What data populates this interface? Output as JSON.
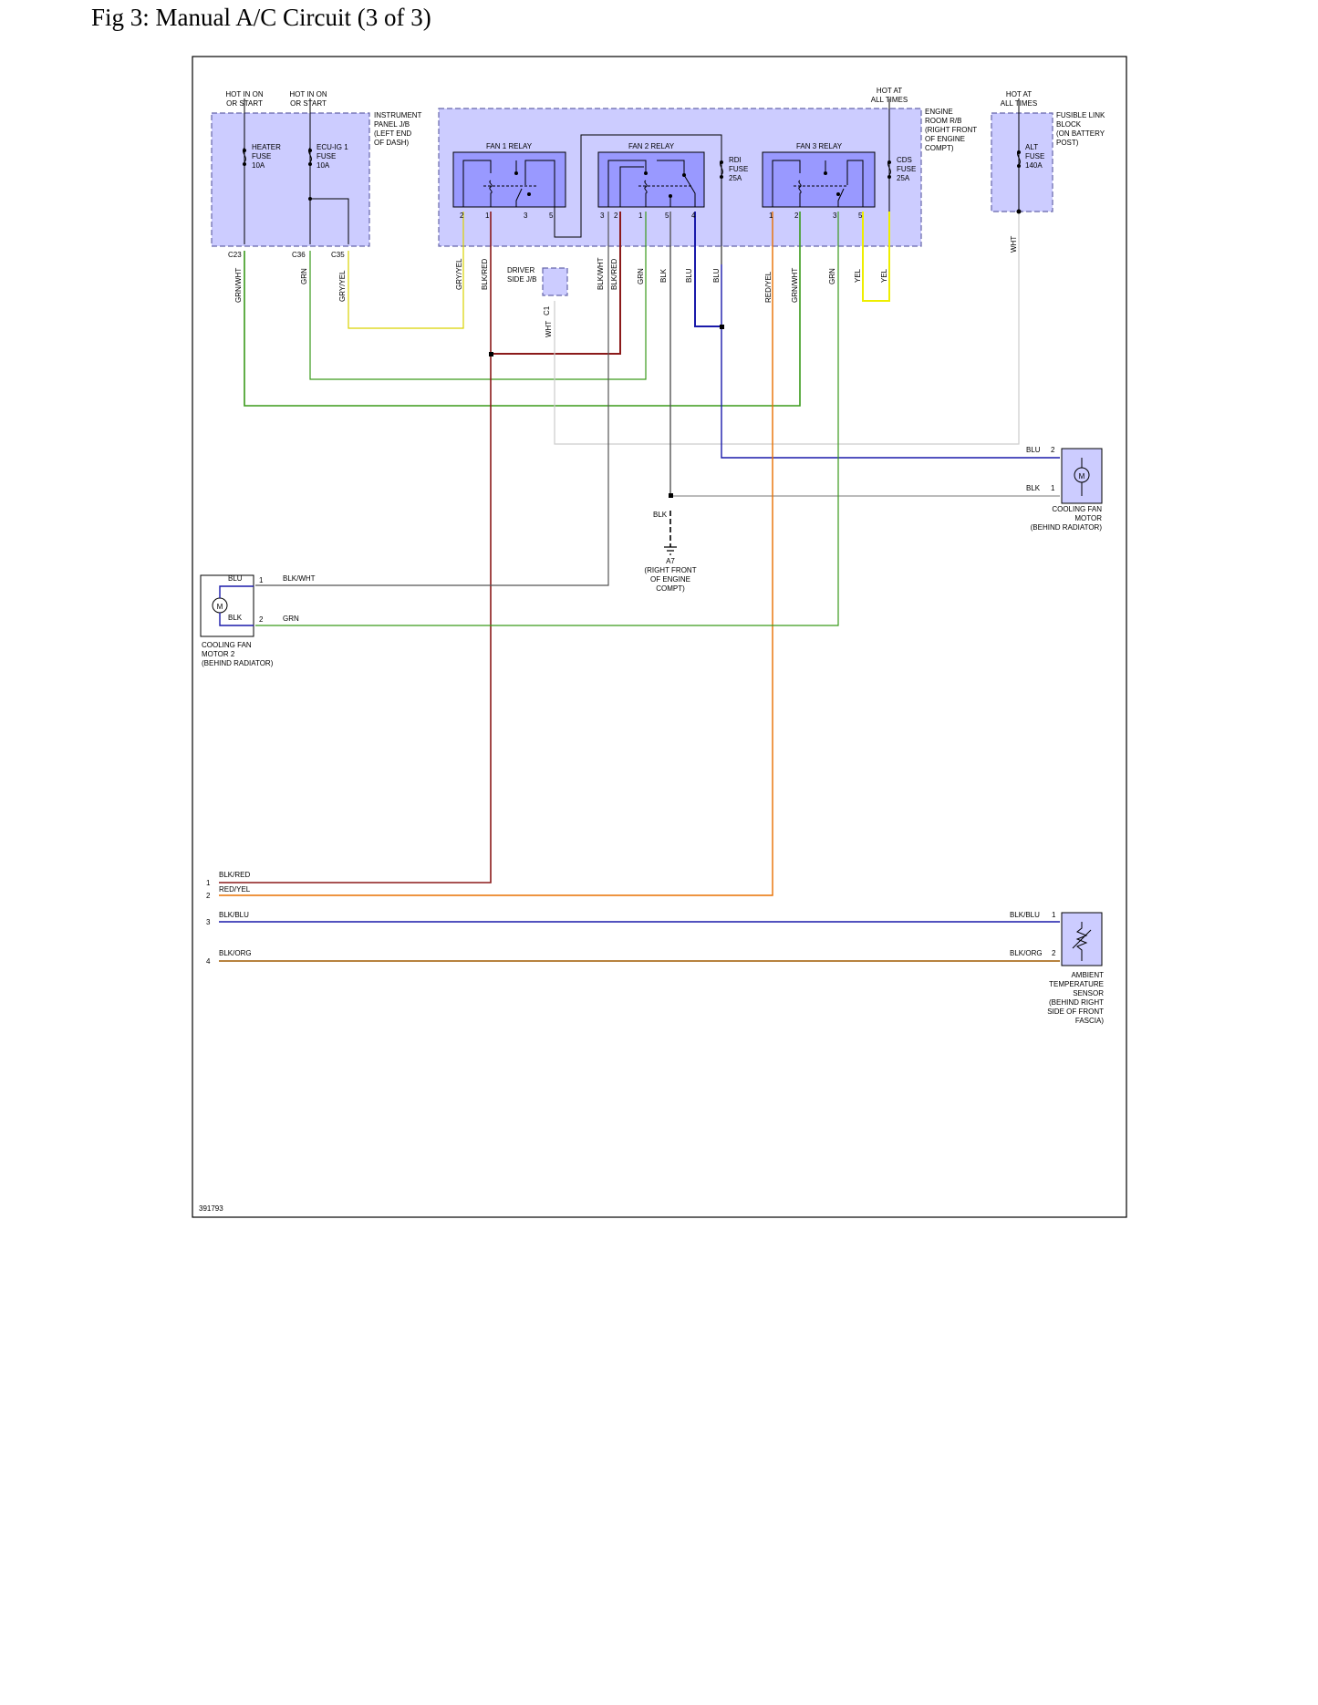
{
  "title": "Fig 3: Manual A/C Circuit (3 of 3)",
  "figure_id": "391793",
  "colors": {
    "module_fill": "#ccccff",
    "relay_fill": "#9999ff",
    "grn": "#3a9a1a",
    "grn_wht": "#3a9a1a",
    "gry_yel": "#d9d200",
    "gry": "#aaaaaa",
    "blk_red": "#8b1a1a",
    "blk": "#555555",
    "blk_wht": "#555555",
    "blu": "#1a1aaa",
    "red_yel": "#e87000",
    "yel": "#eeee00",
    "wht": "#cccccc",
    "blk_org": "#a05a00"
  },
  "labels": {
    "hot_in_on_start_1": [
      "HOT IN ON",
      "OR START"
    ],
    "hot_in_on_start_2": [
      "HOT IN ON",
      "OR START"
    ],
    "hot_at_all_times_1": [
      "HOT AT",
      "ALL TIMES"
    ],
    "hot_at_all_times_2": [
      "HOT AT",
      "ALL TIMES"
    ],
    "instrument_panel": [
      "INSTRUMENT",
      "PANEL J/B",
      "(LEFT END",
      "OF DASH)"
    ],
    "engine_room": [
      "ENGINE",
      "ROOM R/B",
      "(RIGHT FRONT",
      "OF ENGINE",
      "COMPT)"
    ],
    "fusible_link": [
      "FUSIBLE LINK",
      "BLOCK",
      "(ON BATTERY",
      "POST)"
    ],
    "heater_fuse": [
      "HEATER",
      "FUSE",
      "10A"
    ],
    "ecu_fuse": [
      "ECU-IG 1",
      "FUSE",
      "10A"
    ],
    "rdi_fuse": [
      "RDI",
      "FUSE",
      "25A"
    ],
    "cds_fuse": [
      "CDS",
      "FUSE",
      "25A"
    ],
    "alt_fuse": [
      "ALT",
      "FUSE",
      "140A"
    ],
    "fan1_relay": "FAN 1 RELAY",
    "fan2_relay": "FAN 2 RELAY",
    "fan3_relay": "FAN 3 RELAY",
    "driver_side_jb": [
      "DRIVER",
      "SIDE J/B"
    ],
    "c1": "C1",
    "cooling_fan_motor": [
      "COOLING FAN",
      "MOTOR",
      "(BEHIND RADIATOR)"
    ],
    "cooling_fan_motor2": [
      "COOLING FAN",
      "MOTOR 2",
      "(BEHIND RADIATOR)"
    ],
    "ground_a7": [
      "A7",
      "(RIGHT FRONT",
      "OF ENGINE",
      "COMPT)"
    ],
    "ambient_sensor": [
      "AMBIENT",
      "TEMPERATURE",
      "SENSOR",
      "(BEHIND RIGHT",
      "SIDE OF FRONT",
      "FASCIA)"
    ],
    "motor_symbol": "M"
  },
  "connectors": {
    "c23": "C23",
    "c36": "C36",
    "c35": "C35"
  },
  "relay_pins": {
    "fan1": [
      "2",
      "1",
      "3",
      "5"
    ],
    "fan2": [
      "3",
      "2",
      "1",
      "5",
      "4"
    ],
    "fan3": [
      "1",
      "2",
      "3",
      "5"
    ]
  },
  "wire_labels": {
    "c23": "GRN/WHT",
    "c36": "GRN",
    "c35": "GRY/YEL",
    "fan1_2": "GRY/YEL",
    "fan1_1": "BLK/RED",
    "c1": "WHT",
    "fan2_3": "BLK/WHT",
    "fan2_2": "BLK/RED",
    "fan2_1": "GRN",
    "fan2_5": "BLK",
    "fan2_4": "BLU",
    "rdi": "BLU",
    "fan3_1": "RED/YEL",
    "fan3_2": "GRN/WHT",
    "fan3_3": "GRN",
    "fan3_5": "YEL",
    "cds": "YEL",
    "alt": "WHT",
    "motor_blu": "BLU",
    "motor_blk": "BLK",
    "ground_blk": "BLK",
    "motor2_blu": "BLU",
    "motor2_blk": "BLK",
    "motor2_blkwht": "BLK/WHT",
    "motor2_grn": "GRN",
    "out_1": "BLK/RED",
    "out_2": "RED/YEL",
    "out_3": "BLK/BLU",
    "out_4": "BLK/ORG",
    "sensor_1": "BLK/BLU",
    "sensor_2": "BLK/ORG"
  },
  "pin_numbers": {
    "motor_2": "2",
    "motor_1": "1",
    "motor2_1": "1",
    "motor2_2": "2",
    "out_1": "1",
    "out_2": "2",
    "out_3": "3",
    "out_4": "4",
    "sensor_1": "1",
    "sensor_2": "2"
  }
}
